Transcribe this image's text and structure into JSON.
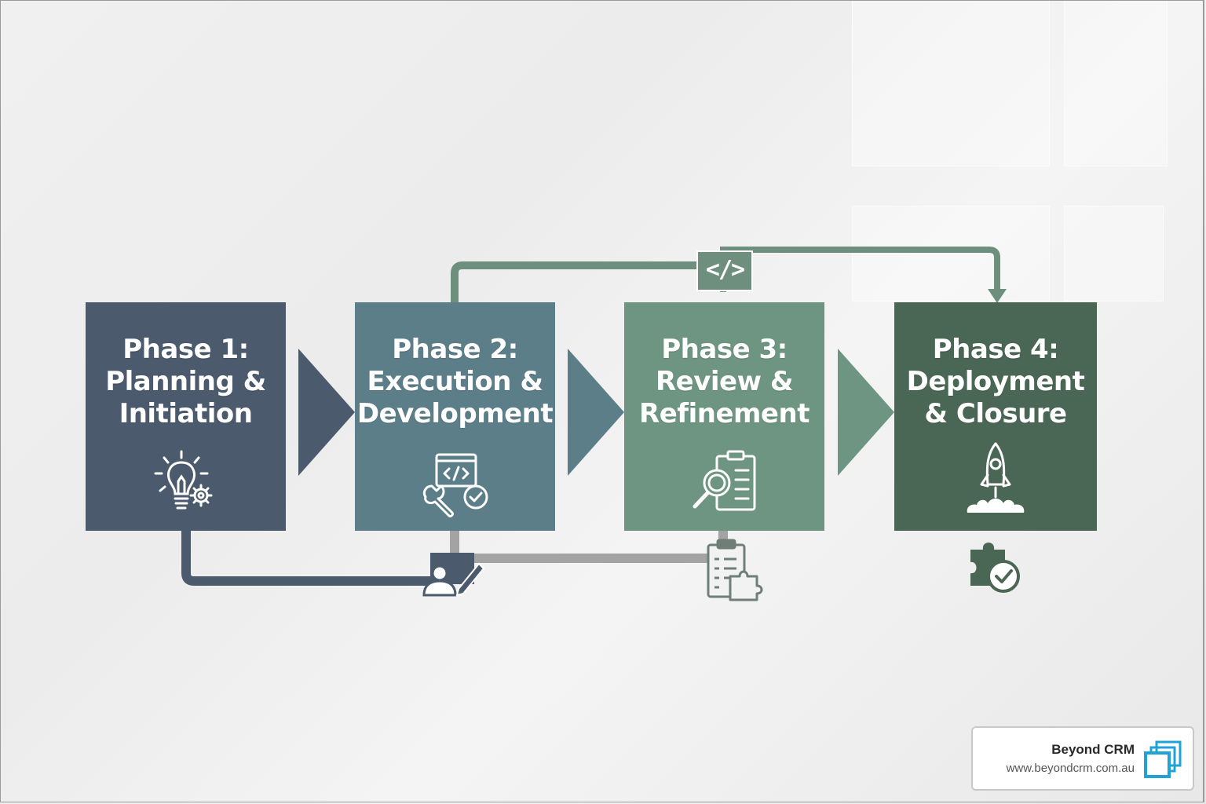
{
  "phases": [
    {
      "title": "Phase 1:\nPlanning &\nInitiation",
      "icon": "lightbulb-gear-icon",
      "color": "#4b5a6c"
    },
    {
      "title": "Phase 2:\nExecution &\nDevelopment",
      "icon": "code-wrench-check-icon",
      "color": "#5b7e89"
    },
    {
      "title": "Phase 3:\nReview &\nRefinement",
      "icon": "clipboard-magnifier-icon",
      "color": "#6e9582"
    },
    {
      "title": "Phase 4:\nDeployment\n& Closure",
      "icon": "rocket-icon",
      "color": "#4a6654"
    }
  ],
  "connector_badge": {
    "label": "</>",
    "icon": "code-icon"
  },
  "connector_icons": [
    "user-pen-icon",
    "clipboard-puzzle-icon",
    "puzzle-check-icon"
  ],
  "brand": {
    "name": "Beyond CRM",
    "url": "www.beyondcrm.com.au",
    "accent": "#1fa3d6"
  },
  "colors": {
    "line_dark": "#4b5a6c",
    "line_grey": "#a3a3a3",
    "line_green": "#6e8f7e"
  }
}
